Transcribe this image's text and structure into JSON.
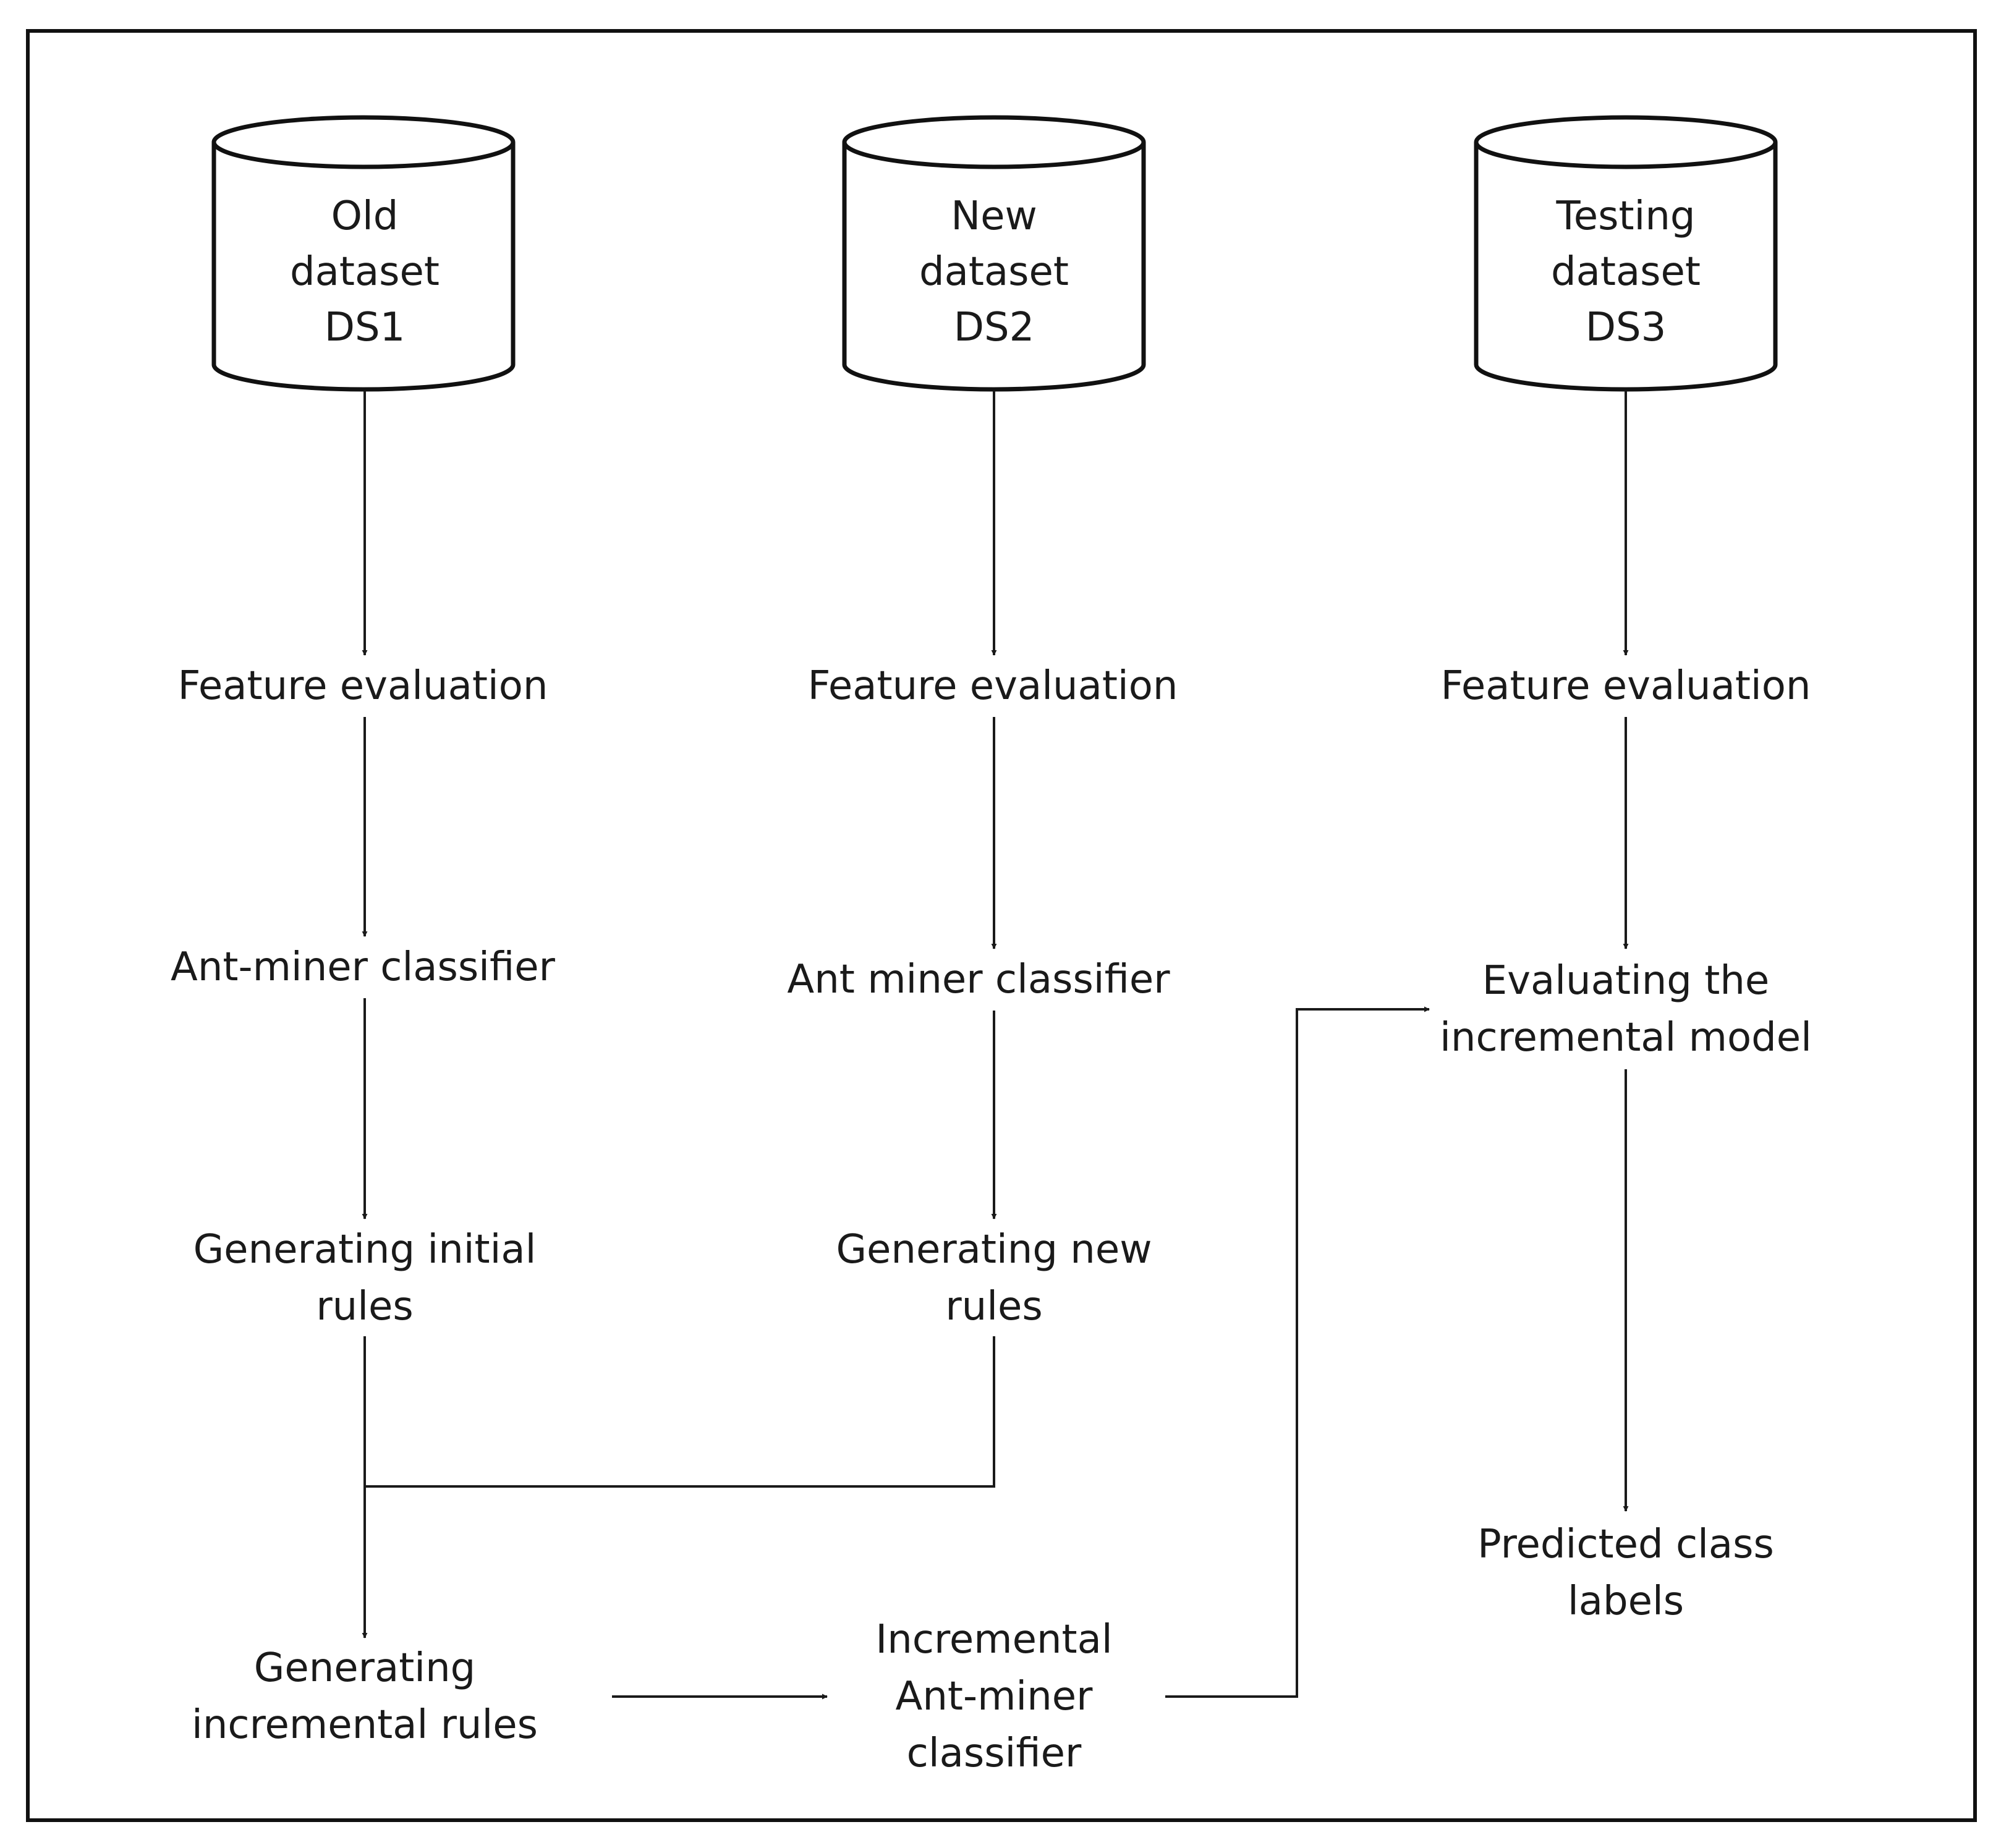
{
  "datasets": [
    {
      "lines": [
        "Old",
        "dataset",
        "DS1"
      ]
    },
    {
      "lines": [
        "New",
        "dataset",
        "DS2"
      ]
    },
    {
      "lines": [
        "Testing",
        "dataset",
        "DS3"
      ]
    }
  ],
  "nodes": {
    "fe1": {
      "lines": [
        "Feature evaluation"
      ]
    },
    "fe2": {
      "lines": [
        "Feature evaluation"
      ]
    },
    "fe3": {
      "lines": [
        "Feature evaluation"
      ]
    },
    "amc1": {
      "lines": [
        "Ant-miner classifier"
      ]
    },
    "amc2": {
      "lines": [
        "Ant miner classifier"
      ]
    },
    "gir": {
      "lines": [
        "Generating initial",
        "rules"
      ]
    },
    "gnr": {
      "lines": [
        "Generating new",
        "rules"
      ]
    },
    "ginc": {
      "lines": [
        "Generating",
        "incremental rules"
      ]
    },
    "iamc": {
      "lines": [
        "Incremental",
        "Ant-miner",
        "classifier"
      ]
    },
    "eim": {
      "lines": [
        "Evaluating the",
        "incremental model"
      ]
    },
    "pcl": {
      "lines": [
        "Predicted class",
        "labels"
      ]
    }
  }
}
